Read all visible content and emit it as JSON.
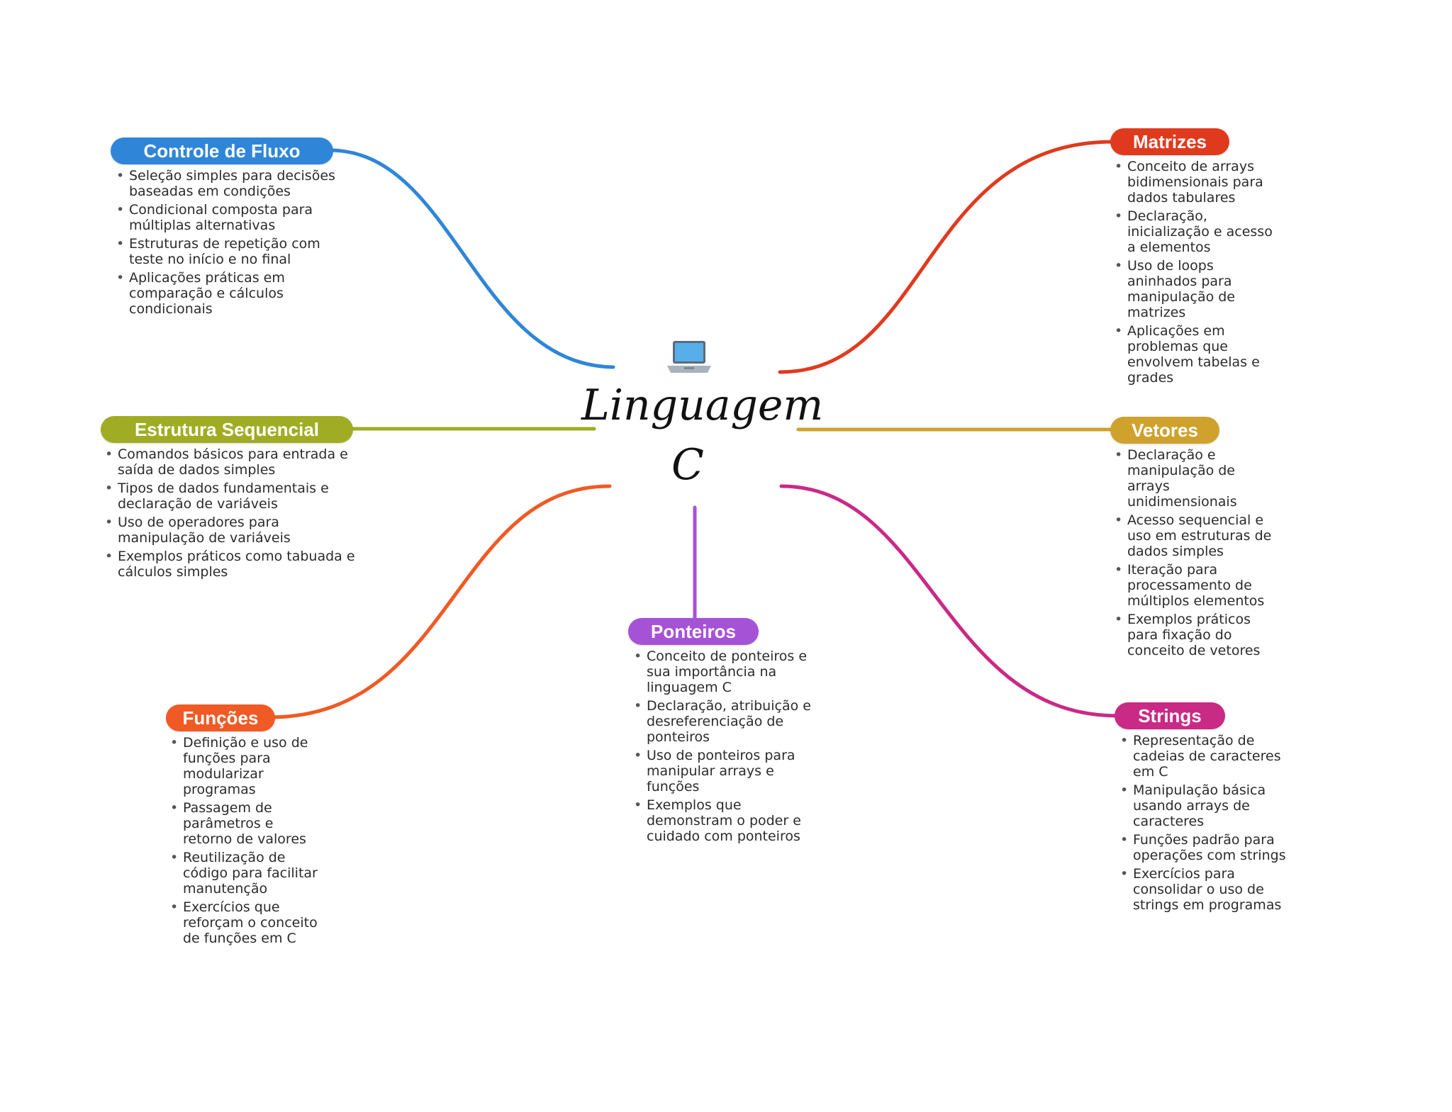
{
  "central": {
    "title": "Linguagem C",
    "icon": "laptop-icon"
  },
  "branches": {
    "controle": {
      "label": "Controle de Fluxo",
      "color": "#2f86d8",
      "items": [
        "Seleção simples para decisões baseadas em condições",
        "Condicional composta para múltiplas alternativas",
        "Estruturas de repetição com teste no início e no final",
        "Aplicações práticas em comparação e cálculos condicionais"
      ]
    },
    "estrutura": {
      "label": "Estrutura Sequencial",
      "color": "#a0ad24",
      "items": [
        "Comandos básicos para entrada e saída de dados simples",
        "Tipos de dados fundamentais e declaração de variáveis",
        "Uso de operadores para manipulação de variáveis",
        "Exemplos práticos como tabuada e cálculos simples"
      ]
    },
    "funcoes": {
      "label": "Funções",
      "color": "#f05a24",
      "items": [
        "Definição e uso de funções para modularizar programas",
        "Passagem de parâmetros e retorno de valores",
        "Reutilização de código para facilitar manutenção",
        "Exercícios que reforçam o conceito de funções em C"
      ]
    },
    "ponteiros": {
      "label": "Ponteiros",
      "color": "#a652d6",
      "items": [
        "Conceito de ponteiros e sua importância na linguagem C",
        "Declaração, atribuição e desreferenciação de ponteiros",
        "Uso de ponteiros para manipular arrays e funções",
        "Exemplos que demonstram o poder e cuidado com ponteiros"
      ]
    },
    "matrizes": {
      "label": "Matrizes",
      "color": "#e03a1e",
      "items": [
        "Conceito de arrays bidimensionais para dados tabulares",
        "Declaração, inicialização e acesso a elementos",
        "Uso de loops aninhados para manipulação de matrizes",
        "Aplicações em problemas que envolvem tabelas e grades"
      ]
    },
    "vetores": {
      "label": "Vetores",
      "color": "#cfa22e",
      "items": [
        "Declaração e manipulação de arrays unidimensionais",
        "Acesso sequencial e uso em estruturas de dados simples",
        "Iteração para processamento de múltiplos elementos",
        "Exemplos práticos para fixação do conceito de vetores"
      ]
    },
    "strings": {
      "label": "Strings",
      "color": "#c92a85",
      "items": [
        "Representação de cadeias de caracteres em C",
        "Manipulação básica usando arrays de caracteres",
        "Funções padrão para operações com strings",
        "Exercícios para consolidar o uso de strings em programas"
      ]
    }
  }
}
